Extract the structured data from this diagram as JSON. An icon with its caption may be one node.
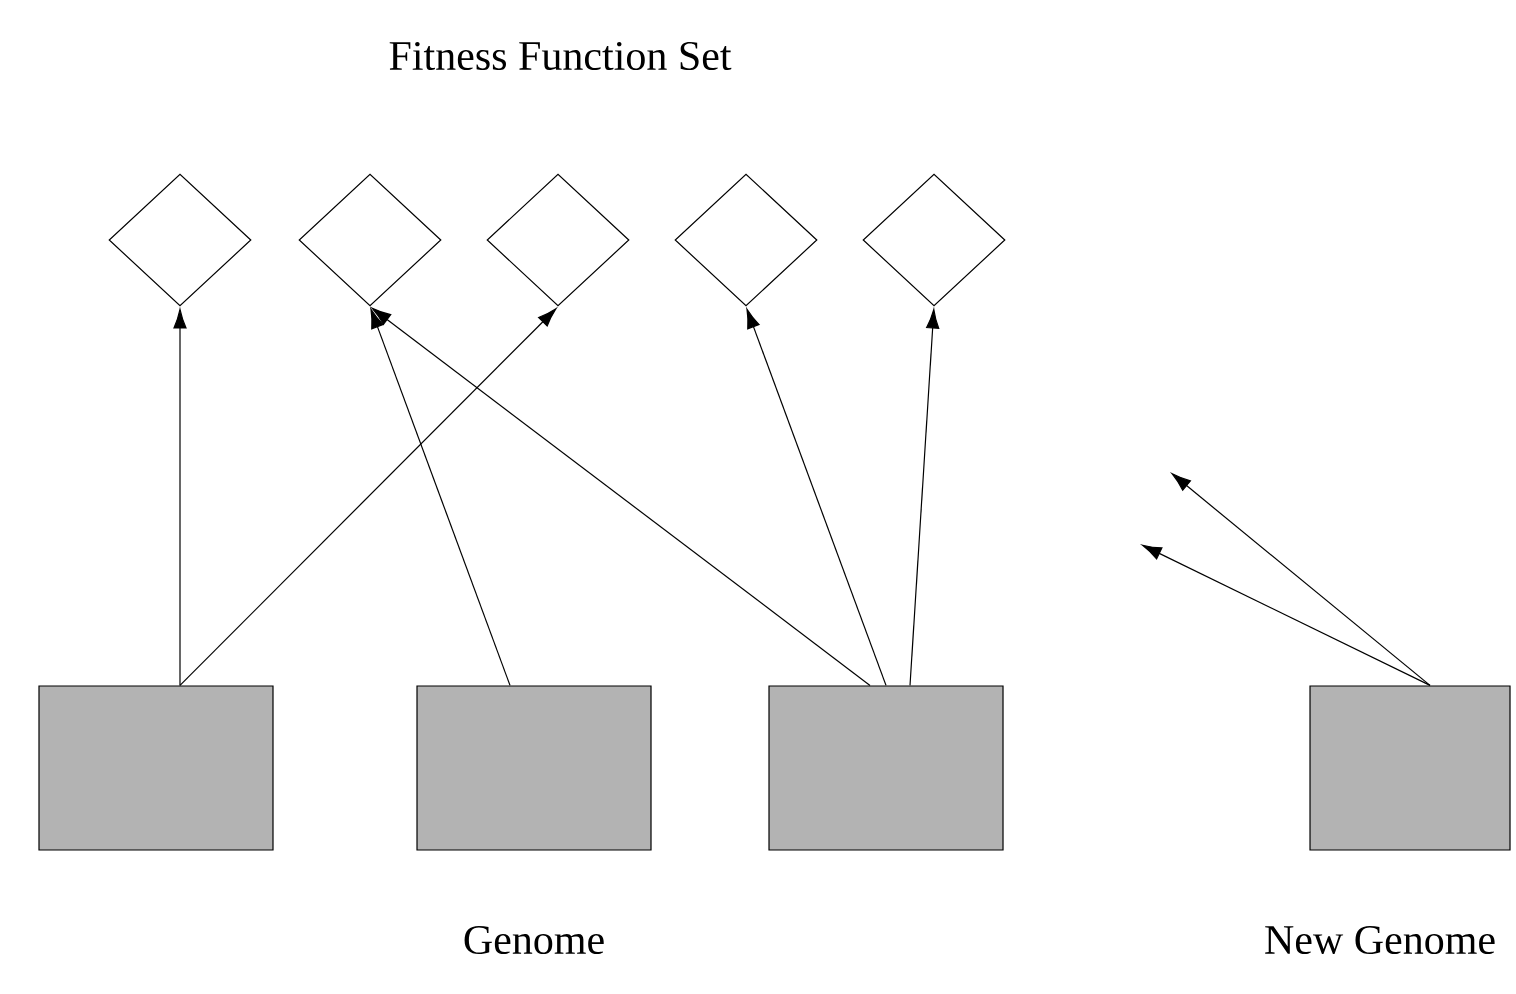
{
  "diagram": {
    "title": "Fitness Function Set",
    "nodes": [
      {
        "text": [],
        "shape": "diamond"
      },
      {
        "text": [],
        "shape": "diamond"
      },
      {
        "text": [],
        "shape": "diamond"
      },
      {
        "text": [],
        "shape": "diamond"
      },
      {
        "text": [],
        "shape": "diamond"
      },
      {
        "text": [],
        "shape": "box"
      },
      {
        "text": [],
        "shape": "box"
      },
      {
        "text": [],
        "shape": "box"
      },
      {
        "text": [],
        "shape": "box"
      }
    ],
    "edges": [
      {
        "from": 5,
        "to": 0,
        "arrow": "to"
      },
      {
        "from": 5,
        "to": 2,
        "arrow": "to"
      },
      {
        "from": 6,
        "to": 1,
        "arrow": "to"
      },
      {
        "from": 7,
        "to": 1,
        "arrow": "to"
      },
      {
        "from": 7,
        "to": 3,
        "arrow": "to"
      },
      {
        "from": 7,
        "to": 4,
        "arrow": "to"
      },
      {
        "from": 8,
        "to": null,
        "arrow": "to"
      },
      {
        "from": 8,
        "to": null,
        "arrow": "to"
      }
    ],
    "labels": [
      "Genome",
      "New Genome"
    ]
  }
}
